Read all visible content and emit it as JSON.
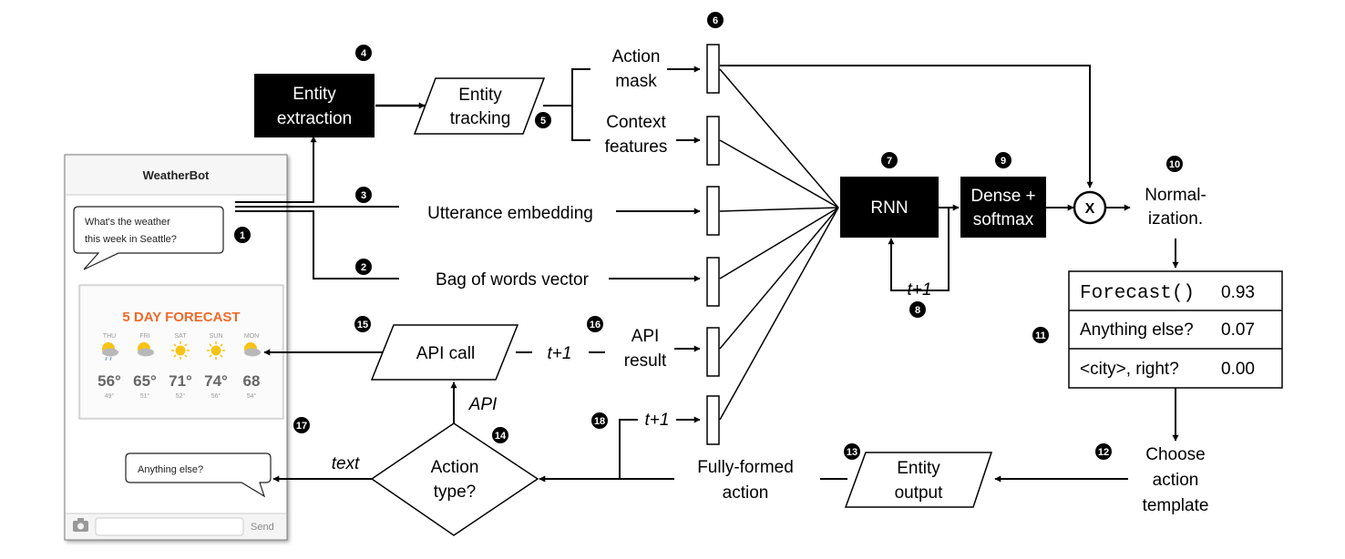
{
  "phone": {
    "app_title": "WeatherBot",
    "user_message_line1": "What's the weather",
    "user_message_line2": "this week in Seattle?",
    "bot_reply": "Anything else?",
    "send_label": "Send",
    "forecast": {
      "title": "5 DAY FORECAST",
      "days": [
        {
          "day": "THU",
          "high": "56°",
          "low": "49°",
          "icon": "cloud-rain-icon"
        },
        {
          "day": "FRI",
          "high": "65°",
          "low": "51°",
          "icon": "cloud-sun-icon"
        },
        {
          "day": "SAT",
          "high": "71°",
          "low": "52°",
          "icon": "sun-icon"
        },
        {
          "day": "SUN",
          "high": "74°",
          "low": "56°",
          "icon": "sun-icon"
        },
        {
          "day": "MON",
          "high": "68",
          "low": "54°",
          "icon": "cloud-sun-icon"
        }
      ]
    }
  },
  "nodes": {
    "entity_extraction_line1": "Entity",
    "entity_extraction_line2": "extraction",
    "entity_tracking_line1": "Entity",
    "entity_tracking_line2": "tracking",
    "action_mask_line1": "Action",
    "action_mask_line2": "mask",
    "context_features_line1": "Context",
    "context_features_line2": "features",
    "utterance_embedding": "Utterance embedding",
    "bag_of_words": "Bag of words vector",
    "api_call": "API call",
    "api_result_line1": "API",
    "api_result_line2": "result",
    "rnn": "RNN",
    "dense_line1": "Dense +",
    "dense_line2": "softmax",
    "multiply": "X",
    "normalization_line1": "Normal-",
    "normalization_line2": "ization.",
    "choose_line1": "Choose",
    "choose_line2": "action",
    "choose_line3": "template",
    "entity_output_line1": "Entity",
    "entity_output_line2": "output",
    "fully_formed_line1": "Fully-formed",
    "fully_formed_line2": "action",
    "action_type_line1": "Action",
    "action_type_line2": "type?"
  },
  "edge_labels": {
    "t_plus_1": "t+1",
    "api": "API",
    "text": "text"
  },
  "template_table": [
    {
      "label": "Forecast()",
      "score": "0.93",
      "mono": true
    },
    {
      "label": "Anything else?",
      "score": "0.07",
      "mono": false
    },
    {
      "label": "<city>, right?",
      "score": "0.00",
      "mono": false
    }
  ],
  "step_numbers": [
    "1",
    "2",
    "3",
    "4",
    "5",
    "6",
    "7",
    "8",
    "9",
    "10",
    "11",
    "12",
    "13",
    "14",
    "15",
    "16",
    "17",
    "18"
  ],
  "colors": {
    "black": "#000000",
    "white": "#ffffff",
    "forecast_orange": "#f06a2a",
    "sun_yellow": "#f6c416"
  }
}
